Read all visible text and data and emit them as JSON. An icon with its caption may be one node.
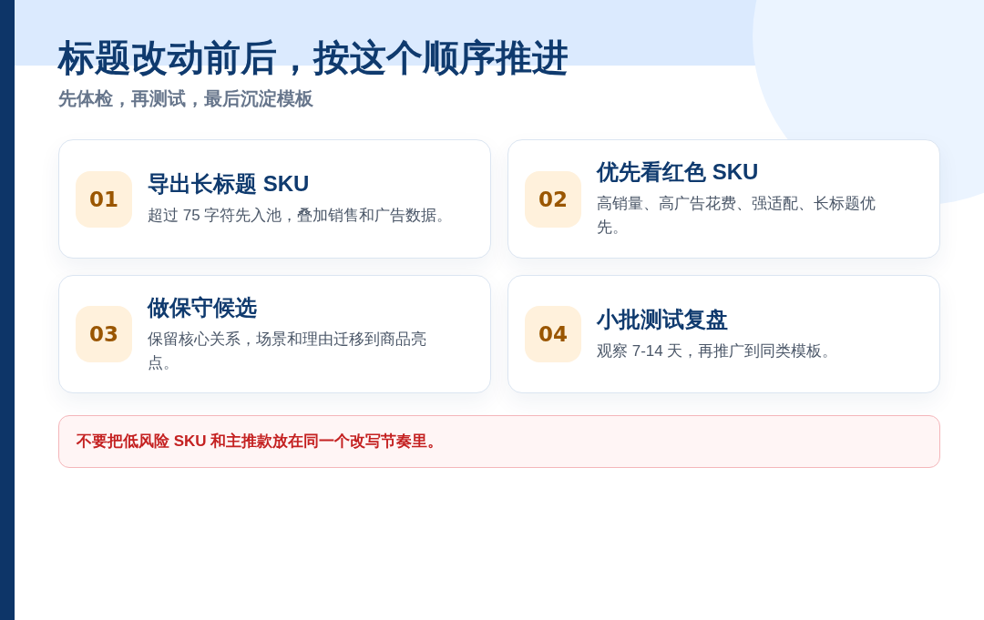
{
  "diagram": {
    "title": "标题改动前后，按这个顺序推进",
    "nodes": [
      {
        "text": [
          "导出长标题 SKU",
          "超过 75 字符先入池，叠加销售和广告数据。"
        ]
      },
      {
        "text": [
          "01"
        ],
        "in": 0
      },
      {
        "text": [
          "优先看红色 SKU",
          "高销量、高广告花费、强适配、长标题优先。"
        ]
      },
      {
        "text": [
          "02"
        ],
        "in": 2
      },
      {
        "text": [
          "做保守候选",
          "保留核心关系，场景和理由迁移到商品亮点。"
        ]
      },
      {
        "text": [
          "03"
        ],
        "in": 4
      },
      {
        "text": [
          "小批测试复盘",
          "观察 7-14 天，再推广到同类模板。"
        ]
      },
      {
        "text": [
          "04"
        ],
        "in": 6
      },
      {
        "text": [
          "不要把低风险 SKU 和主推款放在同一个改写节奏里。"
        ]
      }
    ],
    "labels": [
      "先体检，再测试，最后沉淀模板"
    ]
  }
}
